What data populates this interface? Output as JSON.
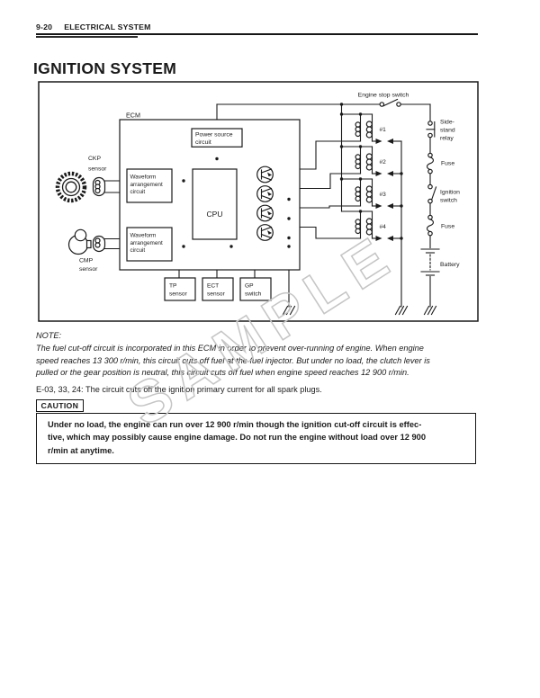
{
  "page": {
    "header": {
      "page_code": "9-20",
      "section_title": "ELECTRICAL SYSTEM"
    },
    "title": "IGNITION SYSTEM",
    "watermark": "SAMPLE",
    "colors": {
      "ink": "#1a1a1a",
      "paper": "#ffffff",
      "watermark_outline": "#c5c5c5"
    }
  },
  "diagram": {
    "ecm_label": "ECM",
    "power_source_circuit": [
      "Power source",
      "circuit"
    ],
    "cpu": "CPU",
    "waveform_circuit_1": [
      "Waveform",
      "arrangement",
      "circuit"
    ],
    "waveform_circuit_2": [
      "Waveform",
      "arrangement",
      "circuit"
    ],
    "ckp_sensor": [
      "CKP",
      "sensor"
    ],
    "cmp_sensor": [
      "CMP",
      "sensor"
    ],
    "tp_sensor": [
      "TP",
      "sensor"
    ],
    "ect_sensor": [
      "ECT",
      "sensor"
    ],
    "gp_switch": [
      "GP",
      "switch"
    ],
    "engine_stop_switch": "Engine stop switch",
    "side_stand_relay": [
      "Side-",
      "stand",
      "relay"
    ],
    "fuse_upper": "Fuse",
    "ignition_switch": [
      "Ignition",
      "switch"
    ],
    "fuse_lower": "Fuse",
    "battery": "Battery",
    "ignition_coils": [
      "#1",
      "#2",
      "#3",
      "#4"
    ]
  },
  "note": {
    "heading": "NOTE:",
    "lines": [
      "The fuel cut-off circuit is incorporated in this ECM in order to prevent over-running of engine. When engine",
      "speed reaches 13 300 r/min, this circuit cuts off fuel at the fuel injector. But under no load, the clutch lever is",
      "pulled or the gear position is neutral, this circuit cuts off fuel when engine speed reaches 12 900 r/min."
    ]
  },
  "application_note": "E-03, 33, 24: The circuit cuts off the ignition primary current for all spark plugs.",
  "caution": {
    "label": "CAUTION",
    "lines": [
      "Under no load, the engine can run over 12 900 r/min though the ignition cut-off circuit is effec-",
      "tive, which may possibly cause engine damage. Do not run the engine without load over 12 900",
      "r/min at anytime."
    ]
  }
}
